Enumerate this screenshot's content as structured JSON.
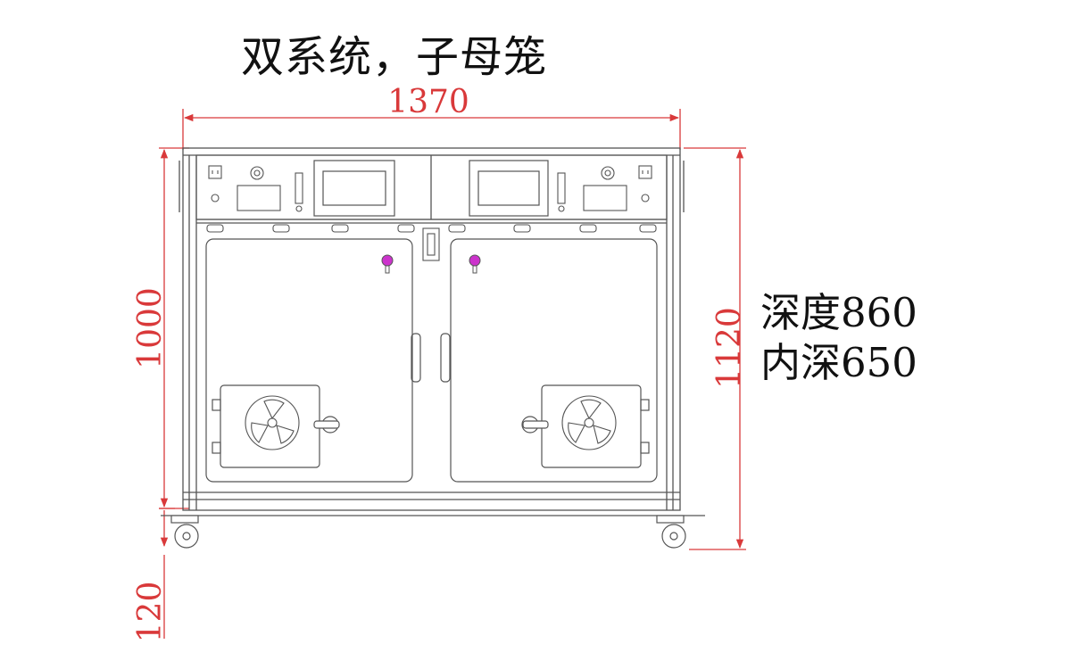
{
  "title": "双系统，子母笼",
  "specs": {
    "depth": "深度860",
    "inner_depth": "内深650"
  },
  "dimensions": {
    "width": "1370",
    "cabinet_height": "1000",
    "total_height": "1120",
    "caster_height": "120"
  },
  "colors": {
    "dimension_line": "#d9393a",
    "outline": "#555555",
    "lock_knob": "#cc33cc",
    "text": "#111111"
  }
}
